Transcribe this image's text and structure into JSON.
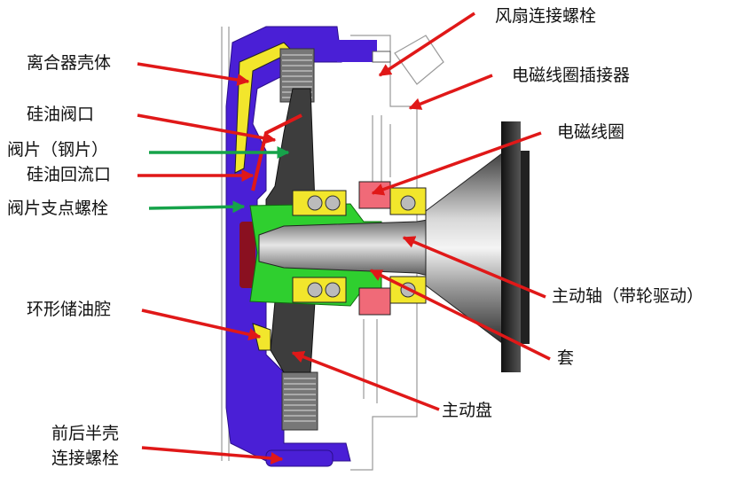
{
  "labels": {
    "housing": "离合器壳体",
    "oil_valve_port": "硅油阀口",
    "valve_plate": "阀片（钢片）",
    "oil_return_port": "硅油回流口",
    "valve_pivot_bolt": "阀片支点螺栓",
    "ring_reservoir": "环形储油腔",
    "half_shell_bolt_line1": "前后半壳",
    "half_shell_bolt_line2": "连接螺栓",
    "fan_bolt": "风扇连接螺栓",
    "coil_connector": "电磁线圈插接器",
    "coil": "电磁线圈",
    "drive_shaft": "主动轴（带轮驱动）",
    "sleeve": "套",
    "drive_disc": "主动盘"
  },
  "colors": {
    "housing": "#4a1fd6",
    "insert": "#f2e62c",
    "disc": "#3d3d3d",
    "green": "#2fcf2f",
    "coil": "#f06a78",
    "shaft": "#9a9a9a",
    "arrow_red": "#e01818",
    "arrow_green": "#16a34a"
  }
}
